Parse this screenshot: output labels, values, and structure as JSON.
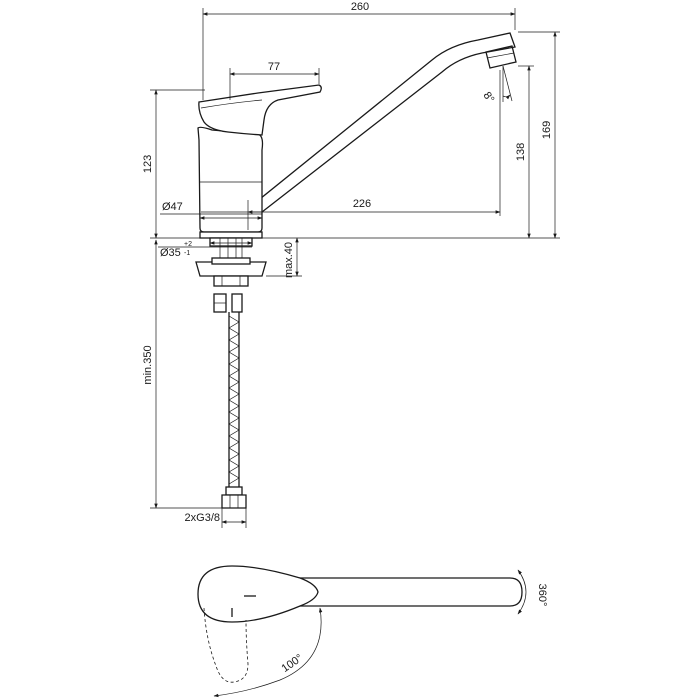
{
  "dimensions": {
    "overall_reach": "260",
    "handle_length": "77",
    "spout_reach": "226",
    "body_height": "123",
    "total_height": "169",
    "spout_clearance": "138",
    "body_diameter": "Ø47",
    "hole_diameter": "Ø35",
    "hole_tol_upper": "+2",
    "hole_tol_lower": "-1",
    "max_deck_thickness": "max.40",
    "min_hose_length": "min.350",
    "connection": "2xG3/8",
    "spout_angle": "8°",
    "handle_rotation": "100°",
    "spout_rotation": "360°"
  }
}
